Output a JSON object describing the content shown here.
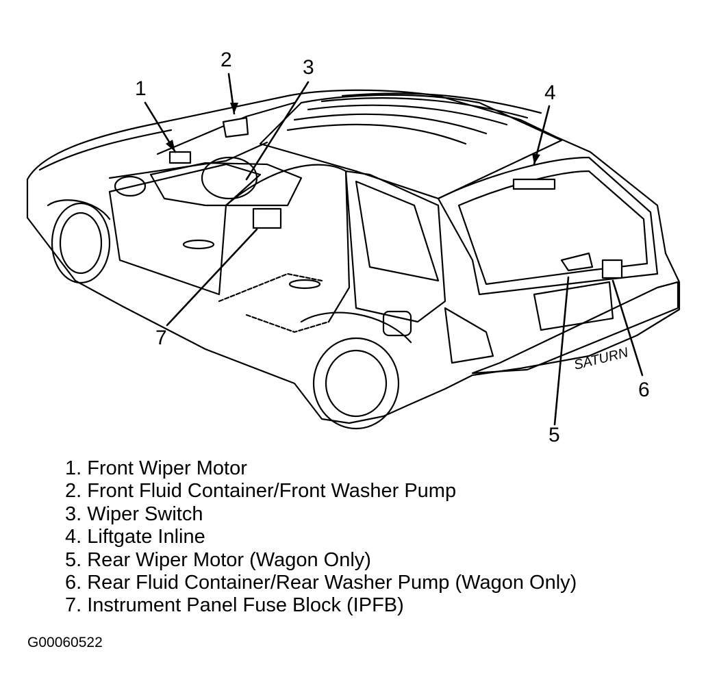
{
  "callouts": [
    "1",
    "2",
    "3",
    "4",
    "5",
    "6",
    "7"
  ],
  "legend": [
    "1. Front Wiper Motor",
    "2. Front Fluid Container/Front Washer Pump",
    "3. Wiper Switch",
    "4. Liftgate Inline",
    "5. Rear Wiper Motor (Wagon Only)",
    "6. Rear Fluid Container/Rear Washer Pump (Wagon Only)",
    "7. Instrument Panel Fuse Block (IPFB)"
  ],
  "figure_id": "G00060522",
  "badge_text": "SATURN"
}
